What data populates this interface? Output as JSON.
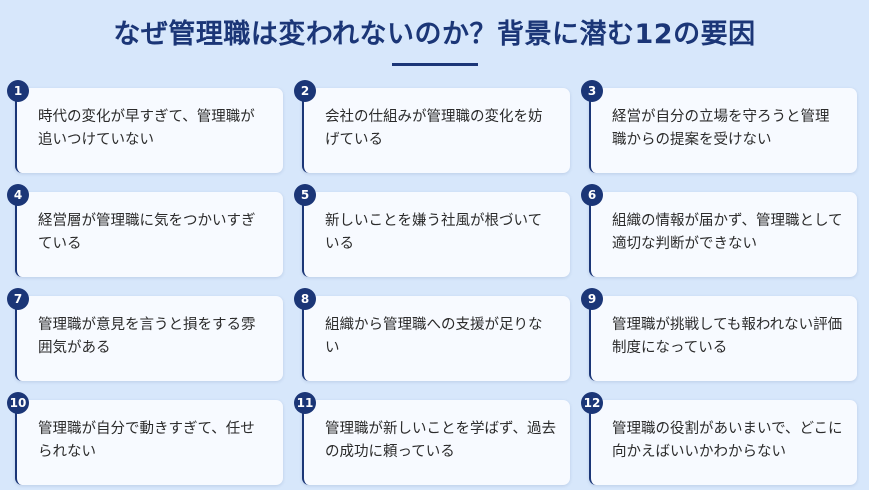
{
  "title": "なぜ管理職は変われないのか？背景に潜む12の要因",
  "items": [
    {
      "number": "1",
      "text": "時代の変化が早すぎて、管理職が追いつけていない"
    },
    {
      "number": "2",
      "text": "会社の仕組みが管理職の変化を妨げている"
    },
    {
      "number": "3",
      "text": "経営が自分の立場を守ろうと管理職からの提案を受けない"
    },
    {
      "number": "4",
      "text": "経営層が管理職に気をつかいすぎている"
    },
    {
      "number": "5",
      "text": "新しいことを嫌う社風が根づいている"
    },
    {
      "number": "6",
      "text": "組織の情報が届かず、管理職として適切な判断ができない"
    },
    {
      "number": "7",
      "text": "管理職が意見を言うと損をする雰囲気がある"
    },
    {
      "number": "8",
      "text": "組織から管理職への支援が足りない"
    },
    {
      "number": "9",
      "text": "管理職が挑戦しても報われない評価制度になっている"
    },
    {
      "number": "10",
      "text": "管理職が自分で動きすぎて、任せられない"
    },
    {
      "number": "11",
      "text": "管理職が新しいことを学ばず、過去の成功に頼っている"
    },
    {
      "number": "12",
      "text": "管理職の役割があいまいで、どこに向かえばいいかわからない"
    }
  ]
}
